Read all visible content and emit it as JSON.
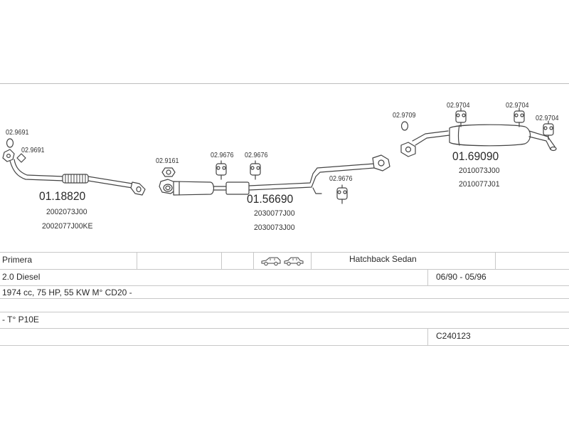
{
  "groups": {
    "front": {
      "clamps": [
        "02.9691",
        "02.9691"
      ],
      "part_number": "01.18820",
      "oem_numbers": [
        "2002073J00",
        "2002077J00KE"
      ]
    },
    "middle": {
      "clamps": [
        "02.9161",
        "02.9676",
        "02.9676",
        "02.9676"
      ],
      "part_number": "01.56690",
      "oem_numbers": [
        "2030077J00",
        "2030073J00"
      ]
    },
    "rear": {
      "clamps": [
        "02.9709",
        "02.9704",
        "02.9704",
        "02.9704"
      ],
      "part_number": "01.69090",
      "oem_numbers": [
        "2010073J00",
        "2010077J01"
      ]
    }
  },
  "vehicle": {
    "model": "Primera",
    "body": "Hatchback Sedan",
    "engine": "2.0 Diesel",
    "years": "06/90 - 05/96",
    "spec": "1974 cc, 75 HP, 55 KW M° CD20 -",
    "type": "- T° P10E",
    "code": "C240123",
    "icons": [
      "hatchback-car-icon",
      "sedan-car-icon"
    ]
  }
}
